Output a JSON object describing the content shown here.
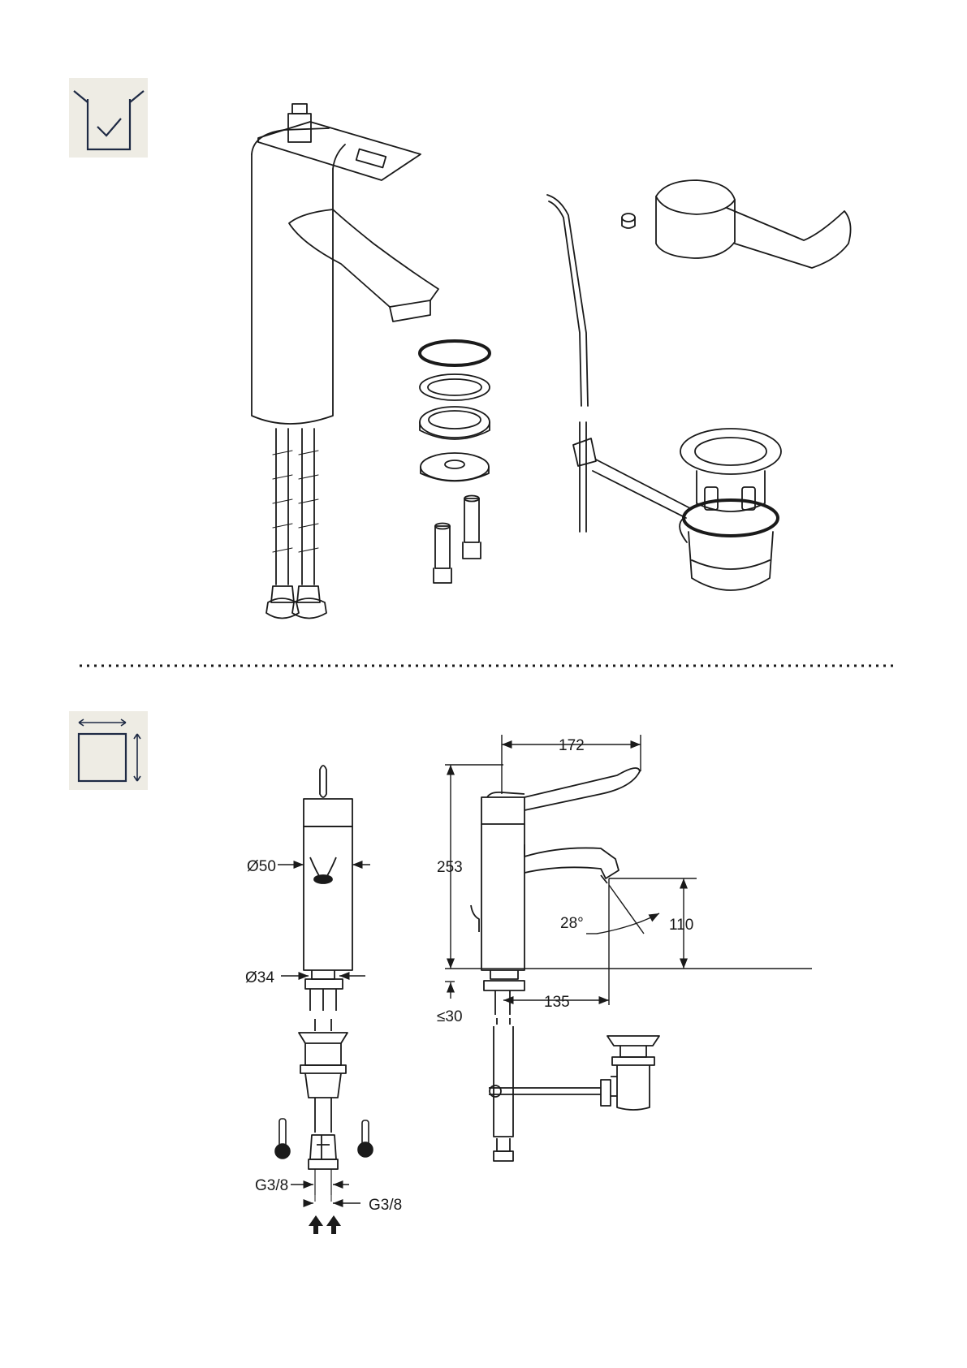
{
  "icons": {
    "contents": "box-check-icon",
    "dimensions": "dimensions-icon"
  },
  "dimensions": {
    "diameter_body": "Ø50",
    "diameter_base": "Ø34",
    "width_total": "172",
    "height_total": "253",
    "spout_height": "110",
    "spout_angle": "28°",
    "spout_reach": "135",
    "deck_thickness": "≤30",
    "thread_left": "G3/8",
    "thread_right": "G3/8"
  }
}
